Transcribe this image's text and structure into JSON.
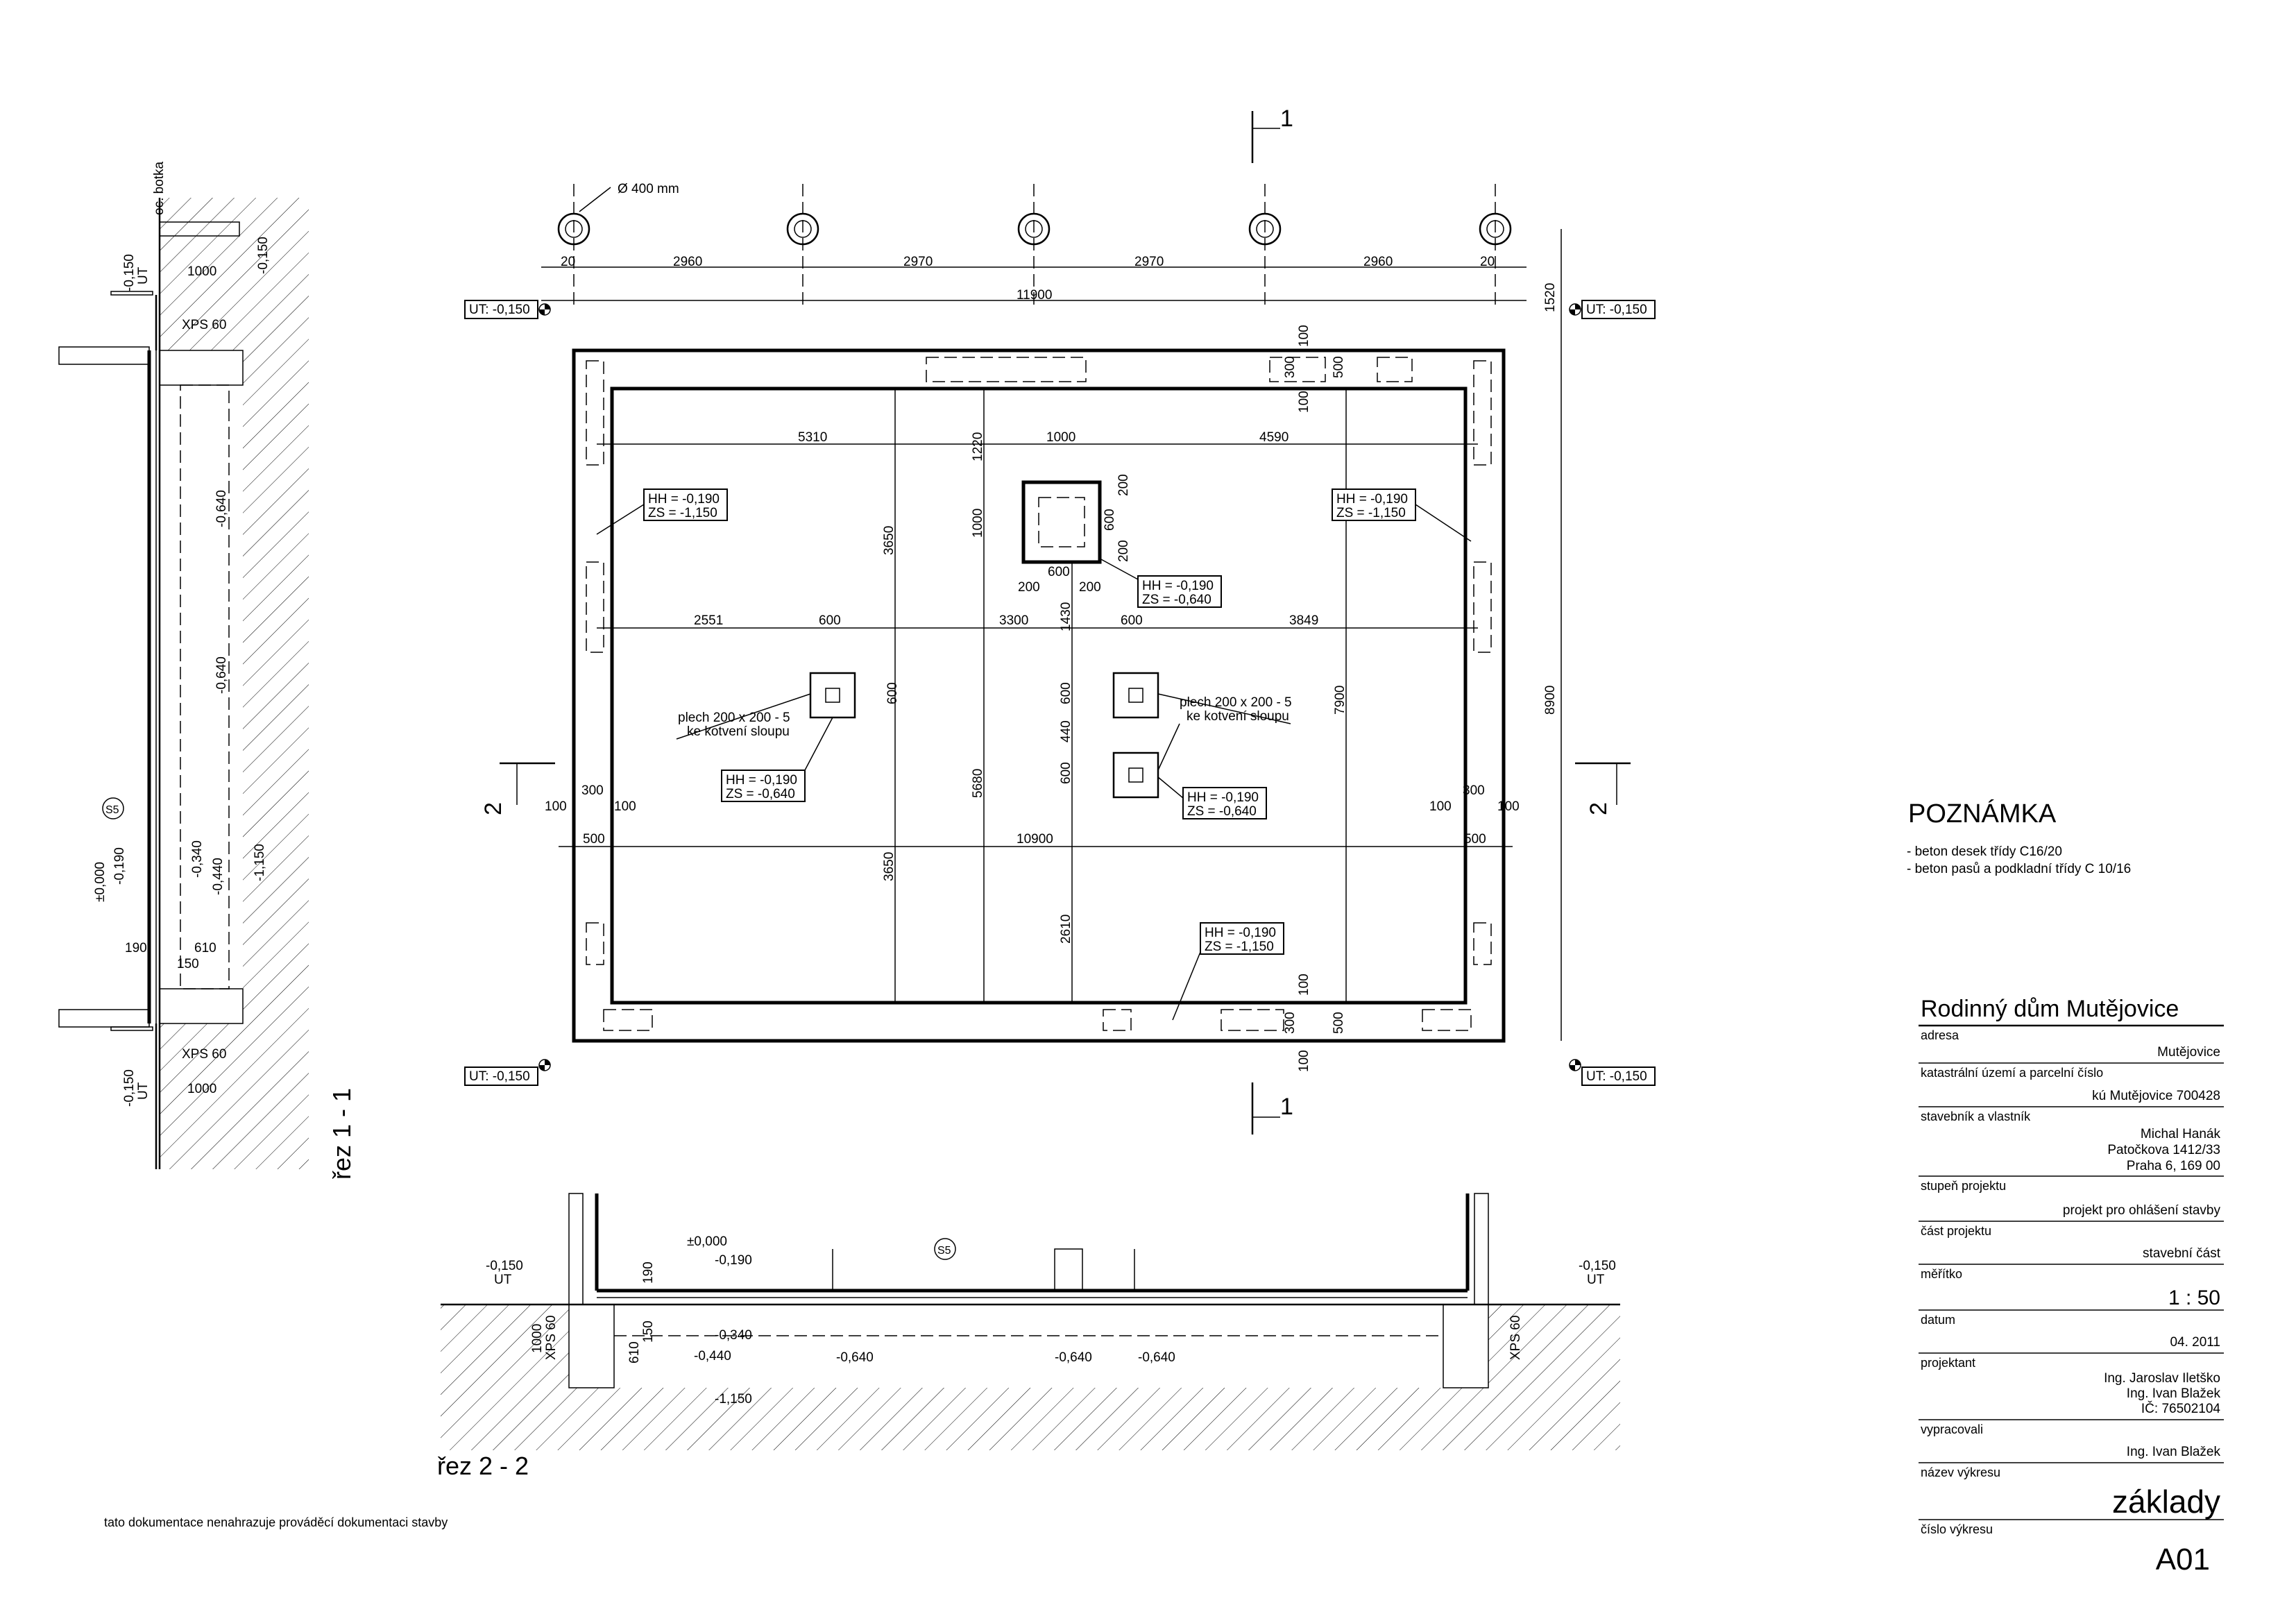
{
  "plan": {
    "section_mark": "1",
    "section_mark_side": "2",
    "column_diameter": "Ø 400 mm",
    "dims_top": [
      "20",
      "2960",
      "2970",
      "2970",
      "2960",
      "20"
    ],
    "dim_total_width": "11900",
    "dim_1520": "1520",
    "dim_total_height": "8900",
    "ut_label": "UT: -0,150",
    "hh_190": "HH = -0,190",
    "zs_1150": "ZS = -1,150",
    "zs_640": "ZS = -0,640",
    "dims_row1": [
      "5310",
      "1000",
      "4590"
    ],
    "dims_row2": [
      "2551",
      "600",
      "3300",
      "600",
      "3849"
    ],
    "dim_10900": "10900",
    "dim_1220": "1220",
    "dim_3650": "3650",
    "dim_5680": "5680",
    "dim_7900": "7900",
    "dim_2610": "2610",
    "dim_1430": "1430",
    "dim_440": "440",
    "dim_1000": "1000",
    "dim_600": "600",
    "dim_200": "200",
    "dim_300": "300",
    "dim_100": "100",
    "dim_500": "500",
    "plech_line1": "plech 200 x 200 - 5",
    "plech_line2": "ke kotvení sloupu"
  },
  "section11": {
    "title": "řez  1 - 1",
    "oc_botka": "oc. botka",
    "xps": "XPS 60",
    "ut": "UT",
    "lv_150": "-0,150",
    "lv_640": "-0,640",
    "lv_0": "±0,000",
    "lv_190": "-0,190",
    "lv_340": "-0,340",
    "lv_440": "-0,440",
    "lv_1150": "-1,150",
    "d_1000": "1000",
    "d_190": "190",
    "d_610": "610",
    "d_150": "150",
    "s5": "S5"
  },
  "section22": {
    "title": "řez  2 - 2",
    "lv_0": "±0,000",
    "lv_190": "-0,190",
    "lv_150": "-0,150",
    "ut": "UT",
    "lv_340": "-0,340",
    "lv_440": "-0,440",
    "lv_640": "-0,640",
    "lv_1150": "-1,150",
    "d_190": "190",
    "d_150": "150",
    "d_610": "610",
    "d_1000": "1000",
    "xps": "XPS 60",
    "s5": "S5"
  },
  "note": {
    "title": "POZNÁMKA",
    "line1": "- beton desek třídy C16/20",
    "line2": "- beton pasů a podkladní třídy C 10/16"
  },
  "disclaimer": "tato dokumentace nenahrazuje prováděcí dokumentaci stavby",
  "title_block": {
    "project_name": "Rodinný dům Mutějovice",
    "address_label": "adresa",
    "address_value": "Mutějovice",
    "cadastre_label": "katastrální území a parcelní číslo",
    "cadastre_value": "kú Mutějovice 700428",
    "owner_label": "stavebník a vlastník",
    "owner_name": "Michal Hanák",
    "owner_street": "Patočkova 1412/33",
    "owner_city": "Praha 6, 169 00",
    "stage_label": "stupeň projektu",
    "stage_value": "projekt pro ohlášení stavby",
    "part_label": "část projektu",
    "part_value": "stavební část",
    "scale_label": "měřítko",
    "scale_value": "1 : 50",
    "date_label": "datum",
    "date_value": "04. 2011",
    "designer_label": "projektant",
    "designer_1": "Ing. Jaroslav Iletško",
    "designer_2": "Ing. Ivan Blažek",
    "designer_ic": "IČ: 76502104",
    "prepared_label": "vypracovali",
    "prepared_value": "Ing. Ivan Blažek",
    "drawing_name_label": "název výkresu",
    "drawing_name_value": "základy",
    "drawing_no_label": "číslo výkresu",
    "drawing_no_value": "A01"
  }
}
